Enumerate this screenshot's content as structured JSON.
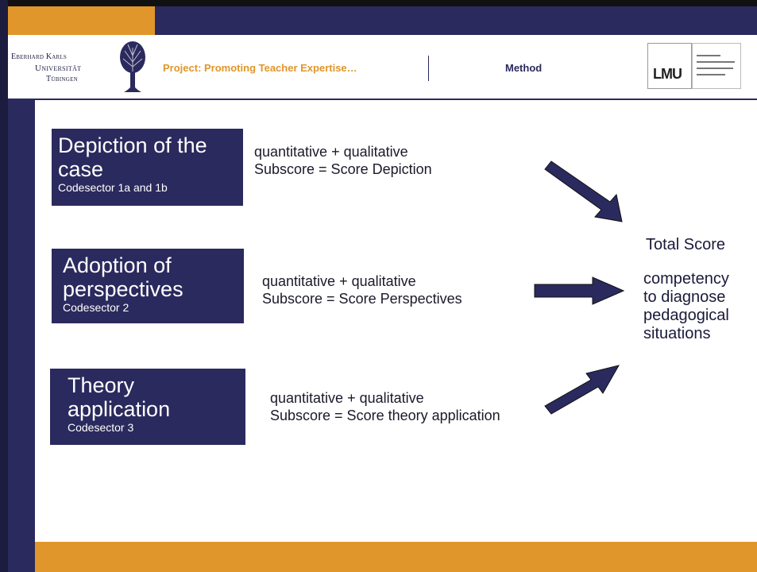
{
  "header": {
    "university_logo": {
      "line1": "Eberhard Karls",
      "line2": "Universität",
      "line3": "Tübingen"
    },
    "project_title": "Project: Promoting Teacher Expertise…",
    "section": "Method",
    "lmu_logo": "LMU"
  },
  "boxes": [
    {
      "title": "Depiction of the case",
      "sub": "Codesector 1a and 1b"
    },
    {
      "title": "Adoption of perspectives",
      "sub": "Codesector 2"
    },
    {
      "title": "Theory application",
      "sub": "Codesector 3"
    }
  ],
  "descriptions": [
    {
      "line1": "quantitative + qualitative",
      "line2": "Subscore = Score Depiction"
    },
    {
      "line1": "quantitative + qualitative",
      "line2": "Subscore = Score Perspectives"
    },
    {
      "line1": "quantitative + qualitative",
      "line2": "Subscore = Score theory application"
    }
  ],
  "result": {
    "total": "Total Score",
    "competency_lines": [
      "competency",
      "to diagnose",
      "pedagogical",
      "situations"
    ]
  },
  "colors": {
    "navy": "#2b2a5e",
    "orange": "#e0962a"
  }
}
